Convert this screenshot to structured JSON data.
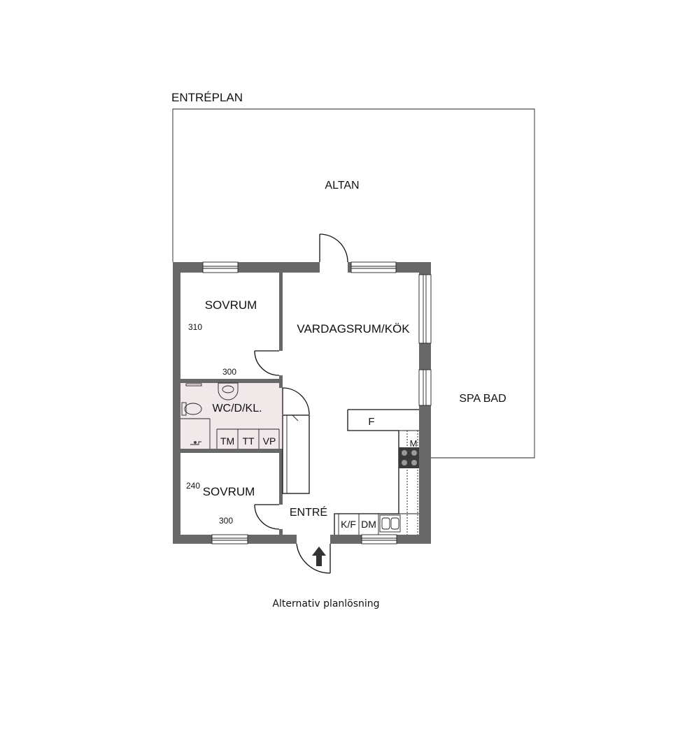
{
  "title": "ENTRÉPLAN",
  "rooms": {
    "altan": "ALTAN",
    "spa": "SPA BAD",
    "bedroom_top": "SOVRUM",
    "bedroom_bottom": "SOVRUM",
    "living": "VARDAGSRUM/KÖK",
    "wc": "WC/D/KL.",
    "entry": "ENTRÉ"
  },
  "dimensions": {
    "top_bedroom_depth": "310",
    "top_bedroom_width": "300",
    "bottom_bedroom_depth": "240",
    "bottom_bedroom_width": "300"
  },
  "fixtures": {
    "tm": "TM",
    "tt": "TT",
    "vp": "VP",
    "fridge": "F",
    "microwave": "M",
    "fridge_freezer": "K/F",
    "dishwasher": "DM"
  },
  "caption": "Alternativ planlösning",
  "colors": {
    "wall": "#686868",
    "wc_floor": "#f1e8ea",
    "line": "#111111"
  }
}
